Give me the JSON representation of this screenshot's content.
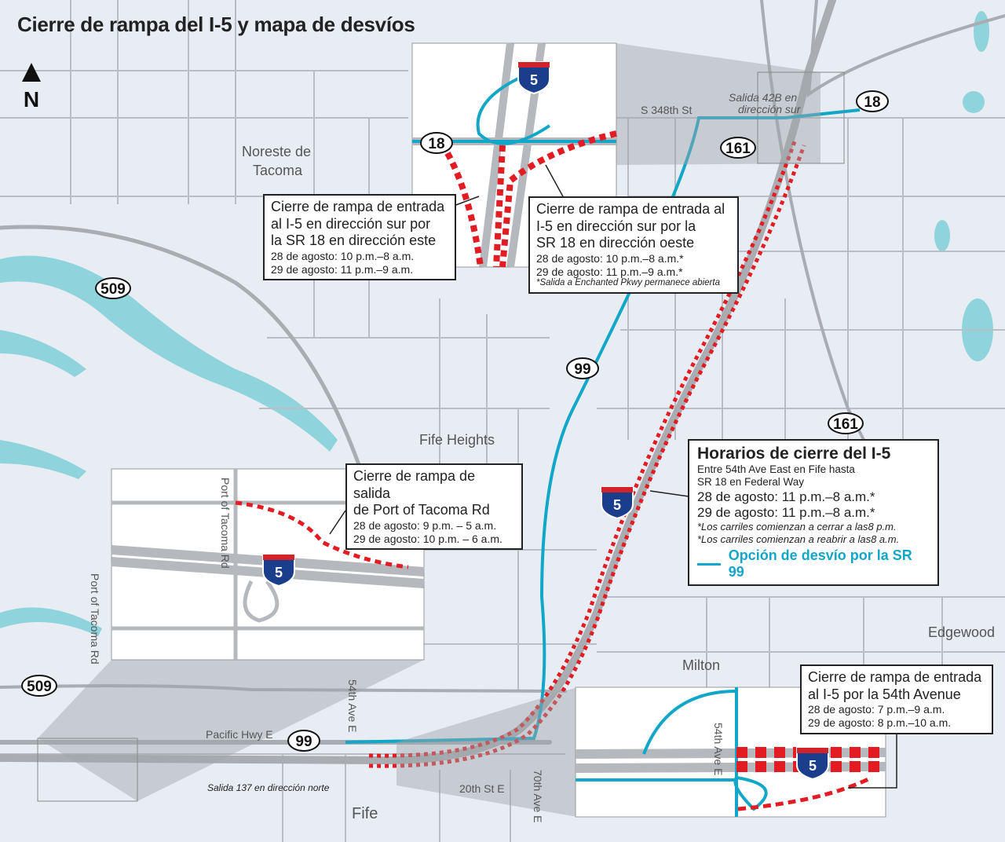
{
  "title": "Cierre de rampa del I-5 y mapa de desvíos",
  "north_label": "N",
  "colors": {
    "background": "#e8edf4",
    "road": "#b5b9be",
    "water": "#8fd3dc",
    "detour": "#12a7c9",
    "closure": "#e31b23"
  },
  "places": {
    "noreste": "Noreste de",
    "tacoma": "Tacoma",
    "fife_heights": "Fife Heights",
    "milton": "Milton",
    "edgewood": "Edgewood",
    "fife": "Fife"
  },
  "streets": {
    "s348": "S 348th St",
    "salida42b_1": "Salida 42B en",
    "salida42b_2": "dirección sur",
    "port_tacoma_rd": "Port of Tacoma Rd",
    "pacific_hwy": "Pacific Hwy E",
    "ave54": "54th Ave E",
    "st20": "20th St E",
    "ave70": "70th Ave E",
    "salida137": "Salida 137 en dirección norte"
  },
  "shields": {
    "i5": "5",
    "sr18": "18",
    "sr161": "161",
    "sr509": "509",
    "sr99": "99"
  },
  "callouts": {
    "sr18_east": {
      "lines": [
        "Cierre de rampa de entrada",
        "al I-5 en dirección sur por",
        "la SR 18 en dirección este"
      ],
      "dates": [
        "28 de agosto: 10 p.m.–8 a.m.",
        "29 de agosto: 11 p.m.–9 a.m."
      ]
    },
    "sr18_west": {
      "lines": [
        "Cierre de rampa de entrada al",
        "I-5 en dirección sur por la",
        "SR 18 en dirección oeste"
      ],
      "dates": [
        "28 de agosto: 10 p.m.–8 a.m.*",
        "29 de agosto: 11 p.m.–9 a.m.*"
      ],
      "note": "*Salida a Enchanted Pkwy permanece abierta"
    },
    "port_tacoma": {
      "lines": [
        "Cierre de rampa de salida",
        "de Port of Tacoma Rd"
      ],
      "dates": [
        "28 de agosto: 9 p.m. – 5 a.m.",
        "29 de agosto: 10 p.m. – 6 a.m."
      ]
    },
    "ave54": {
      "lines": [
        "Cierre de rampa de entrada",
        "al I-5 por la 54th Avenue"
      ],
      "dates": [
        "28 de agosto: 7 p.m.–9 a.m.",
        "29 de agosto: 8 p.m.–10 a.m."
      ]
    }
  },
  "legend": {
    "title": "Horarios de cierre del I-5",
    "sub": [
      "Entre 54th Ave East en Fife hasta",
      "SR 18 en Federal Way"
    ],
    "dates": [
      "28 de agosto: 11 p.m.–8 a.m.*",
      "29 de agosto: 11 p.m.–8 a.m.*"
    ],
    "notes": [
      "*Los carriles comienzan a cerrar a las8 p.m.",
      "*Los carriles comienzan a reabrir a las8 a.m."
    ],
    "detour": "Opción de desvío por la SR 99"
  }
}
